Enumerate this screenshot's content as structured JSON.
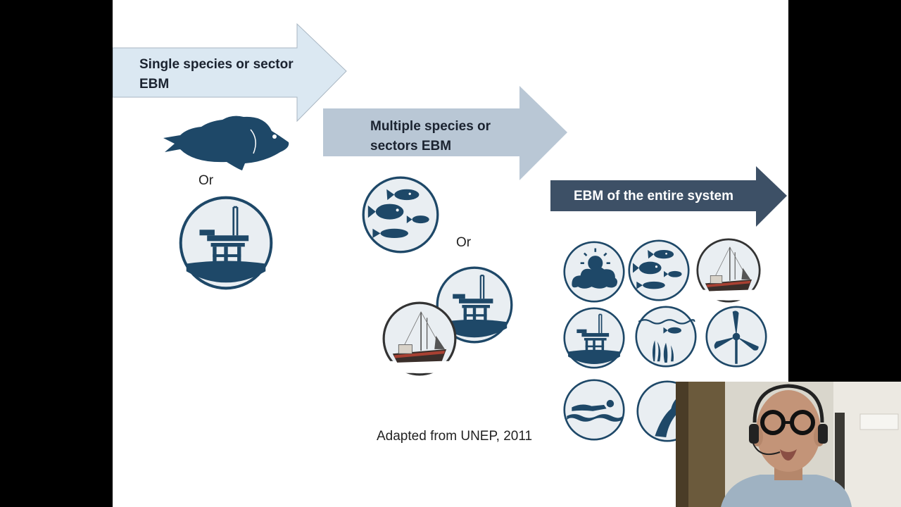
{
  "diagram": {
    "stages": [
      {
        "label": "Single species or sector EBM",
        "color": "#dbe8f2"
      },
      {
        "label": "Multiple species or sectors EBM",
        "color": "#b9c7d5"
      },
      {
        "label": "EBM of the entire system",
        "color": "#3d5066"
      }
    ],
    "connectors": [
      "Or",
      "Or"
    ],
    "source_note": "Adapted from UNEP, 2011"
  },
  "icons": {
    "stage1": [
      "fish-icon",
      "oil-platform-icon"
    ],
    "stage2": [
      "multiple-fish-icon",
      "oil-platform-icon",
      "fishing-boat-icon"
    ],
    "stage3": [
      "weather-cloud-icon",
      "multiple-fish-icon",
      "fishing-boat-icon",
      "oil-platform-icon",
      "seagrass-fish-icon",
      "wind-turbine-icon",
      "swimmer-icon",
      "whale-tail-icon"
    ]
  },
  "colors": {
    "icon_primary": "#1e4868",
    "icon_background": "#e9eef2"
  }
}
